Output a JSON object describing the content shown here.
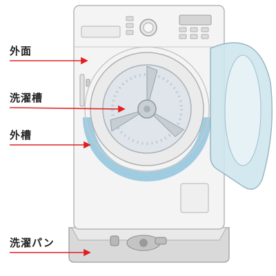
{
  "labels": {
    "outer_surface": "外面",
    "washing_tub": "洗濯槽",
    "outer_tub": "外槽",
    "washing_pan": "洗濯パン"
  },
  "colors": {
    "arrow": "#e02020",
    "body": "#f4f4f4",
    "body_stroke": "#b5b5b5",
    "outer_tub_highlight": "#8fc4dd",
    "door_glass": "#cfe6ee",
    "drum": "#dfe5ea",
    "pan": "#d9d9d9"
  },
  "icons": [
    "control-knob-icon",
    "drain-fitting-icon"
  ]
}
